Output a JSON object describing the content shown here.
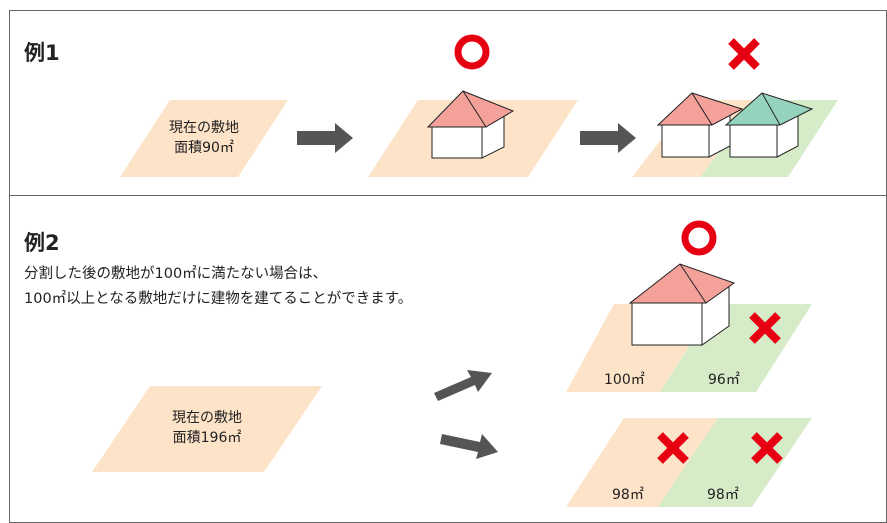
{
  "example1": {
    "heading": "例1",
    "current_land": {
      "line1": "現在の敷地",
      "line2": "面積90㎡"
    },
    "result_ok": "○",
    "result_ng": "×"
  },
  "example2": {
    "heading": "例2",
    "description": {
      "line1": "分割した後の敷地が100㎡に満たない場合は、",
      "line2": "100㎡以上となる敷地だけに建物を建てることができます。"
    },
    "current_land": {
      "line1": "現在の敷地",
      "line2": "面積196㎡"
    },
    "case_a": {
      "left_area": "100㎡",
      "right_area": "96㎡",
      "result": "○",
      "right_result": "×"
    },
    "case_b": {
      "left_area": "98㎡",
      "right_area": "98㎡",
      "left_result": "×",
      "right_result": "×"
    }
  },
  "colors": {
    "land_orange": "#fde3c8",
    "land_green": "#d6ebc8",
    "roof_red": "#f4a19a",
    "roof_teal": "#96d3bd",
    "arrow_gray": "#555555",
    "ok_red": "#e60012",
    "border": "#666666"
  },
  "icons": {
    "ok": "circle-ok-icon",
    "ng": "cross-ng-icon",
    "arrow": "arrow-right-icon"
  }
}
